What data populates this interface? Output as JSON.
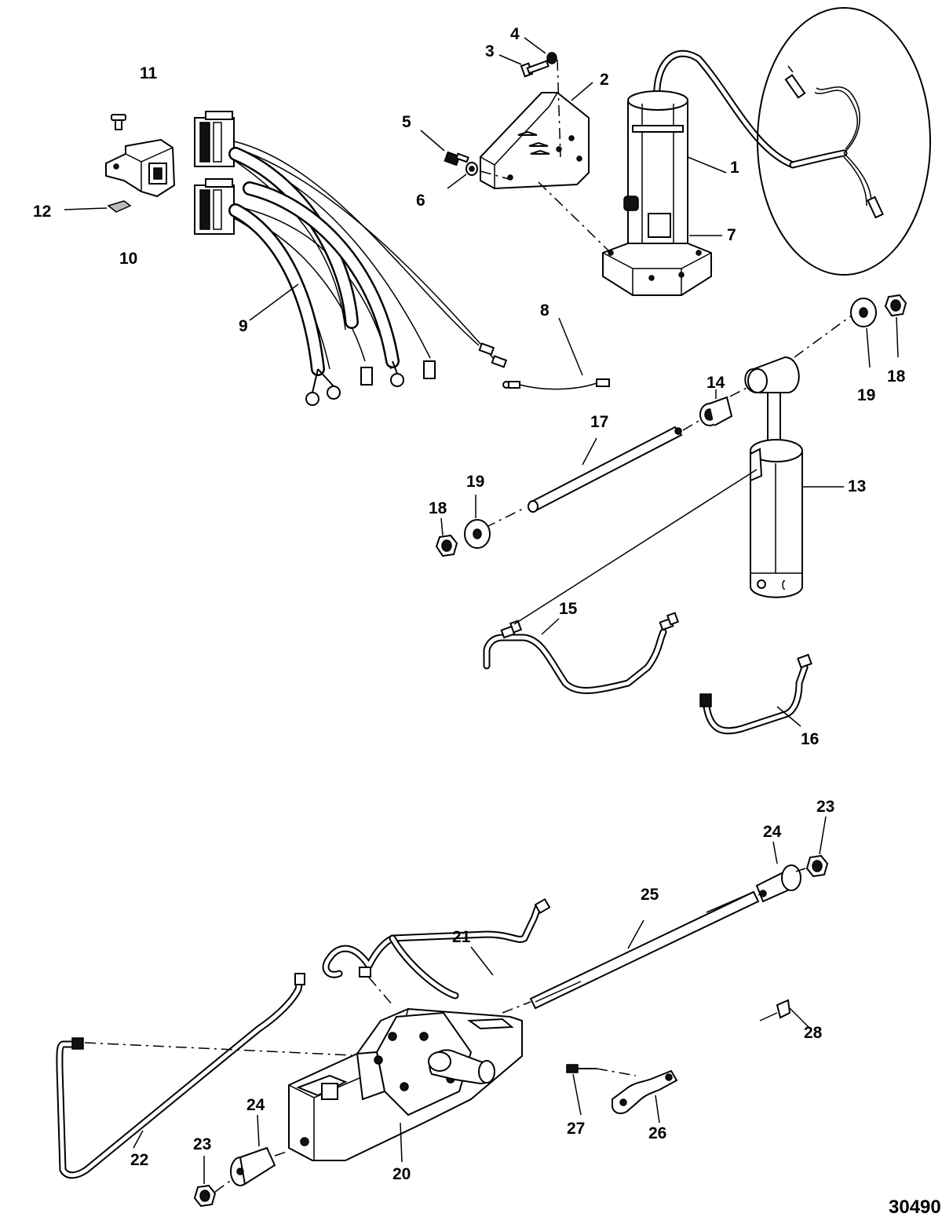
{
  "figure_number": "30490",
  "callouts": [
    {
      "id": "1",
      "text": "1"
    },
    {
      "id": "2",
      "text": "2"
    },
    {
      "id": "3",
      "text": "3"
    },
    {
      "id": "4",
      "text": "4"
    },
    {
      "id": "5",
      "text": "5"
    },
    {
      "id": "6",
      "text": "6"
    },
    {
      "id": "7",
      "text": "7"
    },
    {
      "id": "8",
      "text": "8"
    },
    {
      "id": "9",
      "text": "9"
    },
    {
      "id": "10",
      "text": "10"
    },
    {
      "id": "11",
      "text": "11"
    },
    {
      "id": "12",
      "text": "12"
    },
    {
      "id": "13",
      "text": "13"
    },
    {
      "id": "14",
      "text": "14"
    },
    {
      "id": "15",
      "text": "15"
    },
    {
      "id": "16",
      "text": "16"
    },
    {
      "id": "17",
      "text": "17"
    },
    {
      "id": "18a",
      "text": "18"
    },
    {
      "id": "19a",
      "text": "19"
    },
    {
      "id": "18b",
      "text": "18"
    },
    {
      "id": "19b",
      "text": "19"
    },
    {
      "id": "20",
      "text": "20"
    },
    {
      "id": "21",
      "text": "21"
    },
    {
      "id": "22",
      "text": "22"
    },
    {
      "id": "23a",
      "text": "23"
    },
    {
      "id": "24a",
      "text": "24"
    },
    {
      "id": "23b",
      "text": "23"
    },
    {
      "id": "24b",
      "text": "24"
    },
    {
      "id": "25",
      "text": "25"
    },
    {
      "id": "26",
      "text": "26"
    },
    {
      "id": "27",
      "text": "27"
    },
    {
      "id": "28",
      "text": "28"
    }
  ]
}
